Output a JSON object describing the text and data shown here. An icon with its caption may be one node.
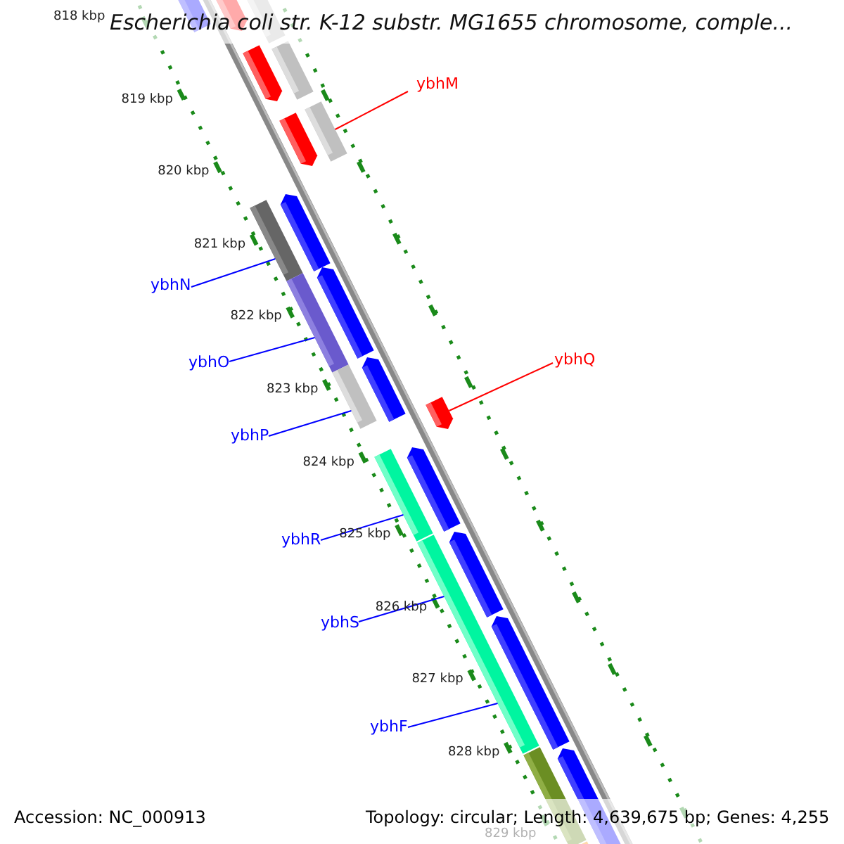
{
  "diagram": {
    "title": "Escherichia coli str. K-12 substr. MG1655 chromosome, comple...",
    "nodes": [
      {
        "text": [
          "ybhM"
        ]
      },
      {
        "text": [
          "ybhN"
        ]
      },
      {
        "text": [
          "ybhO"
        ]
      },
      {
        "text": [
          "ybhP"
        ]
      },
      {
        "text": [
          "ybhQ"
        ]
      },
      {
        "text": [
          "ybhR"
        ]
      },
      {
        "text": [
          "ybhS"
        ]
      },
      {
        "text": [
          "ybhF"
        ]
      },
      {
        "text": [],
        "shape": "pentagon"
      },
      {
        "text": [],
        "shape": "pentagon"
      },
      {
        "text": [],
        "shape": "bar"
      },
      {
        "text": [],
        "shape": "bar"
      },
      {
        "text": [],
        "shape": "pentagon"
      },
      {
        "text": [],
        "shape": "bar"
      },
      {
        "text": [],
        "shape": "pentagon"
      },
      {
        "text": [],
        "shape": "pentagon"
      },
      {
        "text": [],
        "shape": "bar"
      },
      {
        "text": [],
        "shape": "pentagon"
      },
      {
        "text": [],
        "shape": "bar"
      },
      {
        "text": [],
        "shape": "pentagon"
      },
      {
        "text": [],
        "shape": "bar"
      },
      {
        "text": [],
        "shape": "pentagon"
      },
      {
        "text": [],
        "shape": "pentagon"
      },
      {
        "text": [],
        "shape": "bar"
      },
      {
        "text": [],
        "shape": "pentagon"
      },
      {
        "text": [],
        "shape": "bar"
      },
      {
        "text": [],
        "shape": "pentagon"
      },
      {
        "text": [],
        "shape": "pentagon"
      },
      {
        "text": [],
        "shape": "bar"
      },
      {
        "text": [],
        "shape": "bar"
      }
    ],
    "edges": [
      {
        "from": 0,
        "to": 13,
        "arrow": "none",
        "color": "#ff0000"
      },
      {
        "from": 1,
        "to": 16,
        "arrow": "none"
      },
      {
        "from": 2,
        "to": 18,
        "arrow": "none"
      },
      {
        "from": 3,
        "to": 20,
        "arrow": "none"
      },
      {
        "from": 4,
        "to": 21,
        "arrow": "none",
        "color": "#ff0000"
      },
      {
        "from": 5,
        "to": 23,
        "arrow": "none"
      },
      {
        "from": 6,
        "to": 25,
        "arrow": "none"
      },
      {
        "from": 7,
        "to": 25,
        "arrow": "none"
      }
    ],
    "labels": [
      "818 kbp",
      "819 kbp",
      "820 kbp",
      "821 kbp",
      "822 kbp",
      "823 kbp",
      "824 kbp",
      "825 kbp",
      "826 kbp",
      "827 kbp",
      "828 kbp",
      "829 kbp",
      "Accession: NC_000913",
      "Topology: circular; Length: 4,639,675 bp; Genes: 4,255"
    ]
  }
}
